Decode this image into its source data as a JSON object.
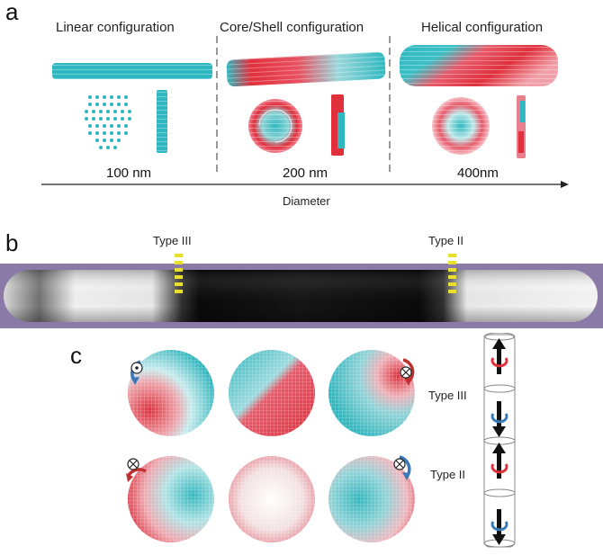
{
  "panel_a": {
    "letter": "a",
    "configs": [
      {
        "title": "Linear configuration",
        "size": "100 nm"
      },
      {
        "title": "Core/Shell configuration",
        "size": "200 nm"
      },
      {
        "title": "Helical configuration",
        "size": "400nm"
      }
    ],
    "axis_label": "Diameter"
  },
  "panel_b": {
    "letter": "b",
    "wall_left": "Type III",
    "wall_right": "Type II"
  },
  "panel_c": {
    "letter": "c",
    "type_labels": [
      "Type III",
      "Type II"
    ],
    "colors": {
      "red": "#e0303c",
      "cyan": "#2fb8c0",
      "purple": "#8a7aa8",
      "yellow": "#e8e030"
    }
  }
}
